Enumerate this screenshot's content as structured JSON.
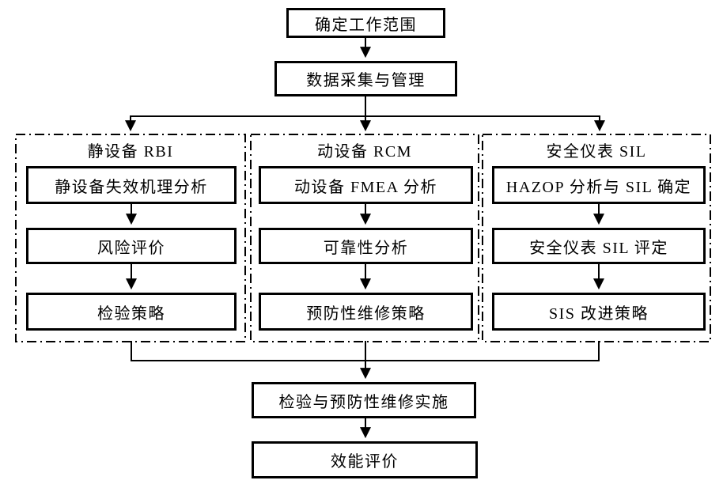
{
  "nodes": {
    "scope": "确定工作范围",
    "data_management": "数据采集与管理",
    "implementation": "检验与预防性维修实施",
    "evaluation": "效能评价"
  },
  "columns": [
    {
      "header": "静设备 RBI",
      "steps": [
        "静设备失效机理分析",
        "风险评价",
        "检验策略"
      ]
    },
    {
      "header": "动设备 RCM",
      "steps": [
        "动设备 FMEA 分析",
        "可靠性分析",
        "预防性维修策略"
      ]
    },
    {
      "header": "安全仪表 SIL",
      "steps": [
        "HAZOP 分析与 SIL 确定",
        "安全仪表 SIL 评定",
        "SIS 改进策略"
      ]
    }
  ],
  "colors": {
    "line": "#000000",
    "background": "#ffffff",
    "text": "#000000"
  }
}
